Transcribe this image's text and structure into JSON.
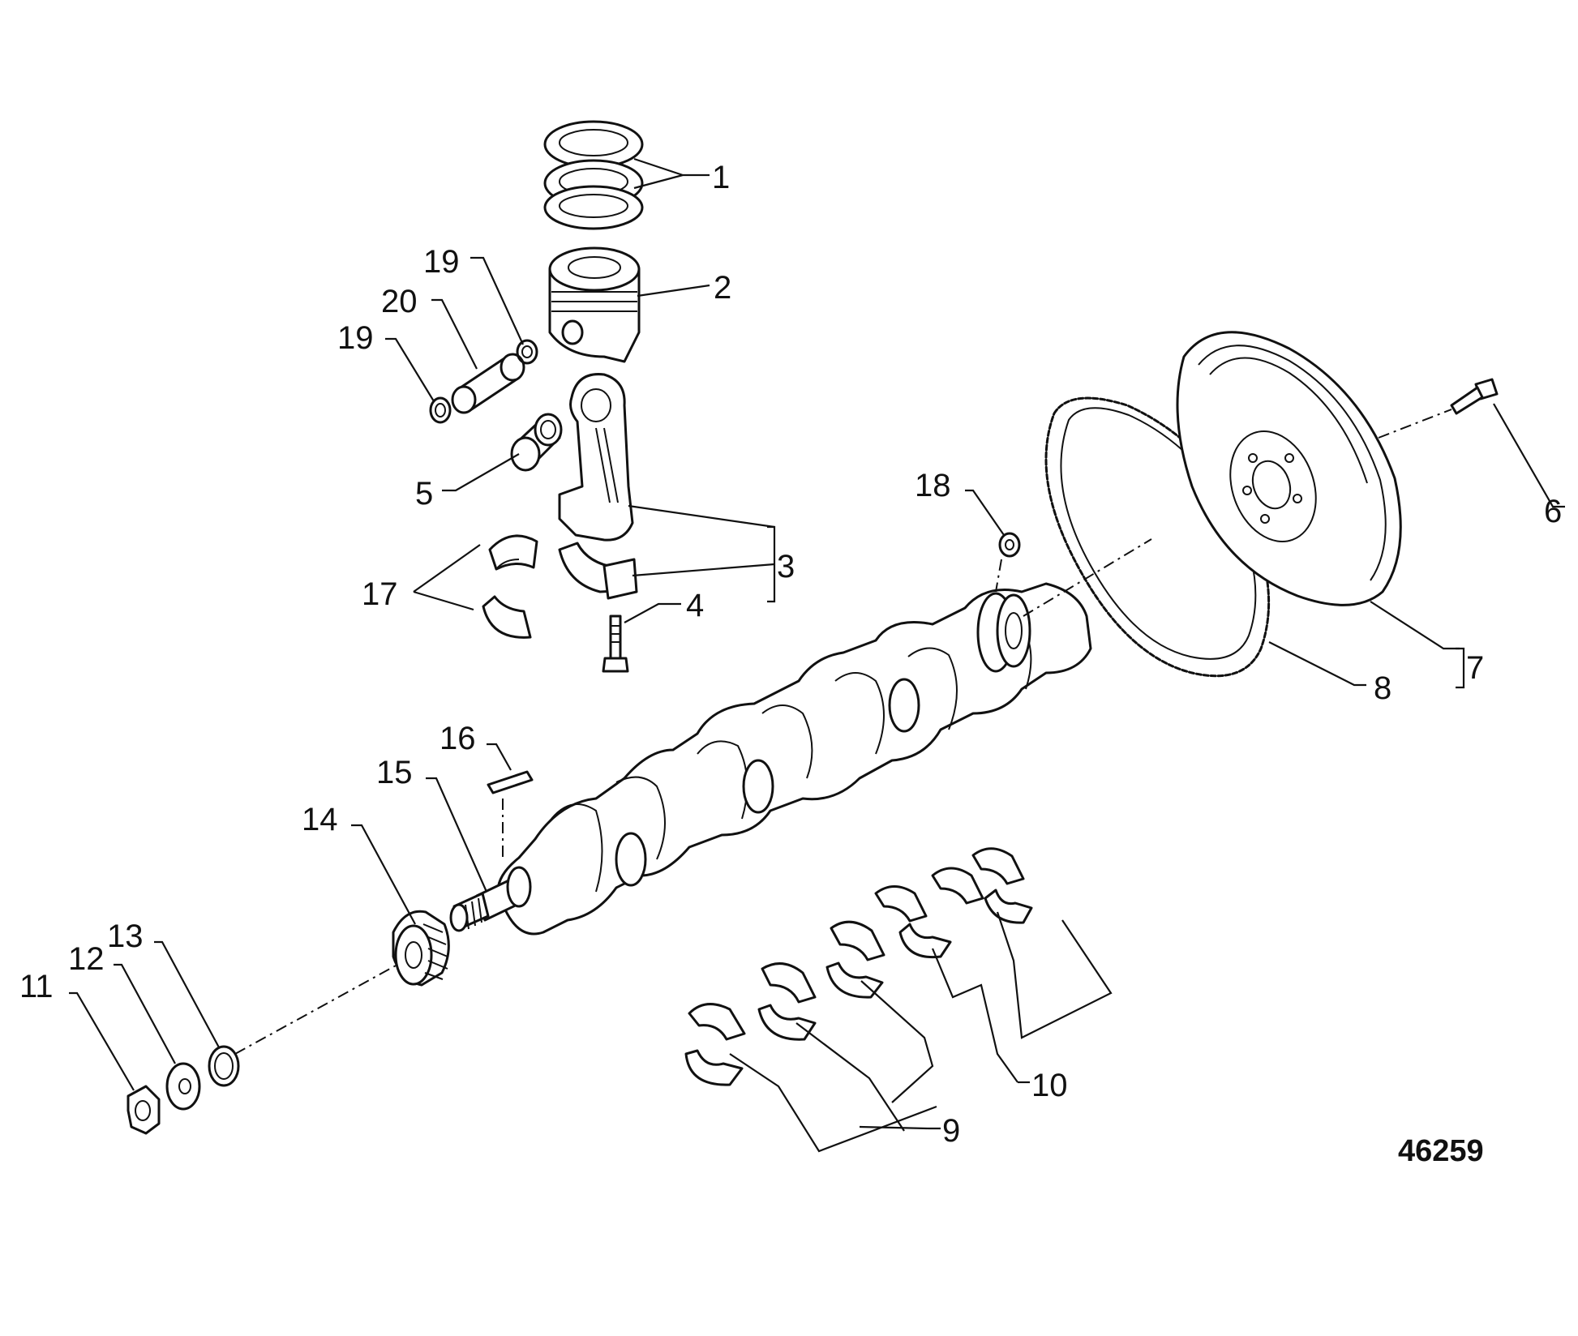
{
  "figure_number": "46259",
  "callouts": {
    "c1": "1",
    "c2": "2",
    "c3": "3",
    "c4": "4",
    "c5": "5",
    "c6": "6",
    "c7": "7",
    "c8": "8",
    "c9": "9",
    "c10": "10",
    "c11": "11",
    "c12": "12",
    "c13": "13",
    "c14": "14",
    "c15": "15",
    "c16": "16",
    "c17": "17",
    "c18": "18",
    "c19a": "19",
    "c19b": "19",
    "c20": "20"
  }
}
